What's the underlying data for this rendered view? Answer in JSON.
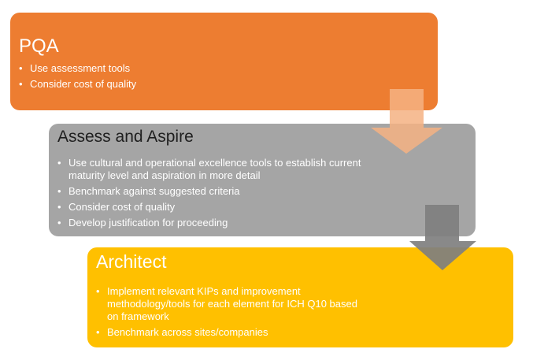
{
  "colors": {
    "pqa": "#ED7D31",
    "assess": "#A5A5A5",
    "architect": "#FFC000",
    "arrow_orange": "#F4B183",
    "arrow_gray": "#7F7F7F"
  },
  "steps": [
    {
      "title": "PQA",
      "bullets": [
        "Use assessment tools",
        "Consider cost of quality"
      ]
    },
    {
      "title": "Assess and Aspire",
      "bullets": [
        "Use cultural and operational excellence tools to establish current maturity level and aspiration in more detail",
        "Benchmark against suggested criteria",
        "Consider cost of quality",
        "Develop justification for proceeding"
      ]
    },
    {
      "title": "Architect",
      "bullets": [
        "Implement relevant KIPs and improvement methodology/tools for each element for ICH Q10 based on framework",
        "Benchmark across sites/companies"
      ]
    }
  ]
}
